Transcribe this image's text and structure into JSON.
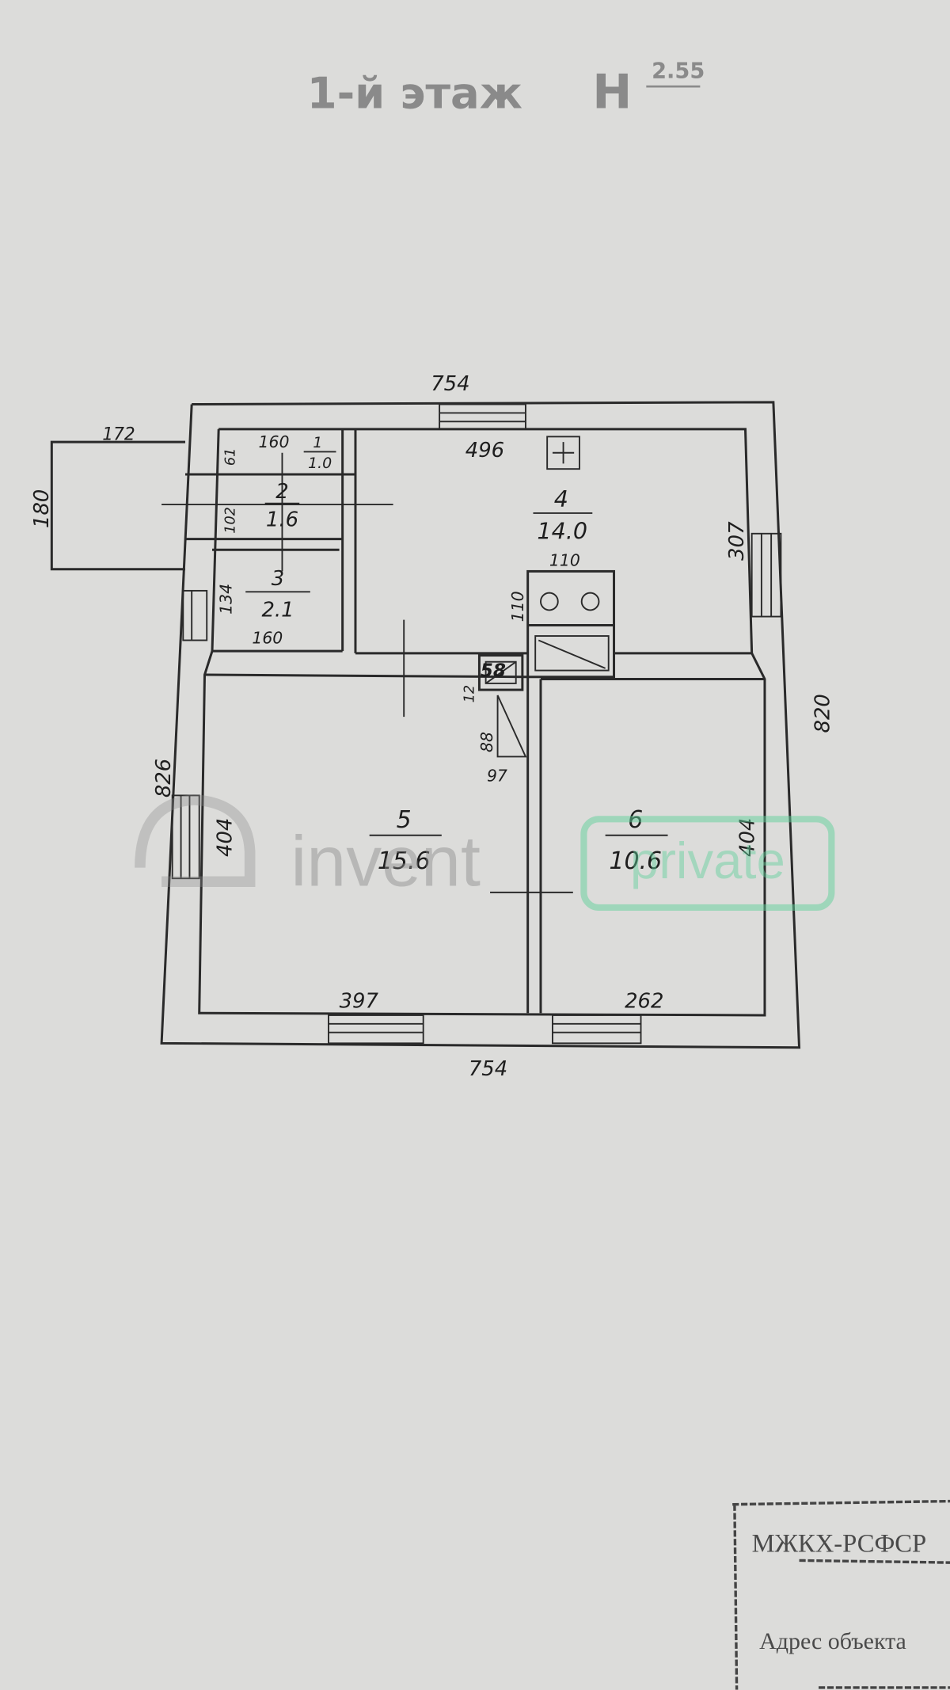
{
  "title": {
    "floor": "1-й этаж",
    "height_label": "H",
    "height_value": "2.55"
  },
  "dimensions": {
    "top_total": "754",
    "bottom_total": "754",
    "left_total": "826",
    "right_total": "820",
    "annex_width": "172",
    "annex_height": "180",
    "room1_width": "160",
    "room1_depth": "61",
    "room2_depth": "102",
    "room3_depth": "134",
    "room3_width": "160",
    "kitchen_width": "496",
    "kitchen_depth": "307",
    "stove_width": "110",
    "stove_depth": "110",
    "chimney": "58",
    "chimney_gap": "12",
    "stair_len": "88",
    "stair_w": "97",
    "room5_width": "397",
    "room5_depth": "404",
    "room6_width": "262",
    "room6_depth": "404"
  },
  "rooms": [
    {
      "number": "1",
      "area": "1.0"
    },
    {
      "number": "2",
      "area": "1.6"
    },
    {
      "number": "3",
      "area": "2.1"
    },
    {
      "number": "4",
      "area": "14.0"
    },
    {
      "number": "5",
      "area": "15.6"
    },
    {
      "number": "6",
      "area": "10.6"
    }
  ],
  "watermark": {
    "brand": "invent",
    "badge": "private",
    "badge_color": "#5fcf9a"
  },
  "stamp": {
    "line1": "МЖКХ-РСФСР",
    "line2": "Адрес объекта"
  }
}
